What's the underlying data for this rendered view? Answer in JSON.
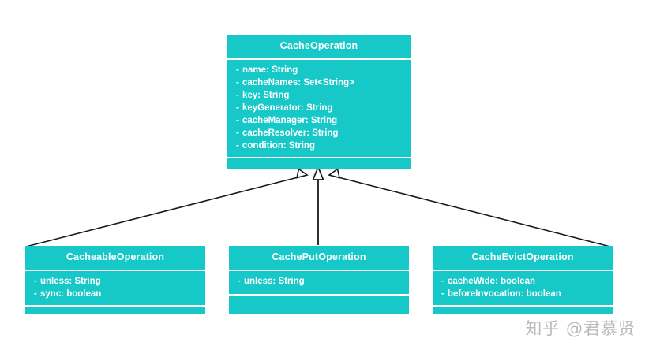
{
  "diagram": {
    "type": "uml-class-diagram",
    "background_color": "#ffffff",
    "class_fill_color": "#17c8c8",
    "class_text_color": "#ffffff",
    "edge_color": "#1a1a1a",
    "relationship": "generalization",
    "classes": [
      {
        "id": "cache-operation",
        "name": "CacheOperation",
        "role": "superclass",
        "attributes": [
          {
            "visibility": "-",
            "text": "name: String"
          },
          {
            "visibility": "-",
            "text": "cacheNames: Set<String>"
          },
          {
            "visibility": "-",
            "text": "key: String"
          },
          {
            "visibility": "-",
            "text": "keyGenerator: String"
          },
          {
            "visibility": "-",
            "text": "cacheManager: String"
          },
          {
            "visibility": "-",
            "text": "cacheResolver: String"
          },
          {
            "visibility": "-",
            "text": "condition: String"
          }
        ],
        "operations": []
      },
      {
        "id": "cacheable-operation",
        "name": "CacheableOperation",
        "role": "subclass",
        "attributes": [
          {
            "visibility": "-",
            "text": "unless: String"
          },
          {
            "visibility": "-",
            "text": "sync: boolean"
          }
        ],
        "operations": []
      },
      {
        "id": "cache-put-operation",
        "name": "CachePutOperation",
        "role": "subclass",
        "attributes": [
          {
            "visibility": "-",
            "text": "unless: String"
          }
        ],
        "operations": []
      },
      {
        "id": "cache-evict-operation",
        "name": "CacheEvictOperation",
        "role": "subclass",
        "attributes": [
          {
            "visibility": "-",
            "text": "cacheWide: boolean"
          },
          {
            "visibility": "-",
            "text": "beforeInvocation: boolean"
          }
        ],
        "operations": []
      }
    ],
    "edges": [
      {
        "from": "cacheable-operation",
        "to": "cache-operation",
        "kind": "generalization"
      },
      {
        "from": "cache-put-operation",
        "to": "cache-operation",
        "kind": "generalization"
      },
      {
        "from": "cache-evict-operation",
        "to": "cache-operation",
        "kind": "generalization"
      }
    ]
  },
  "watermark": {
    "text": "知乎 @君慕贤"
  }
}
